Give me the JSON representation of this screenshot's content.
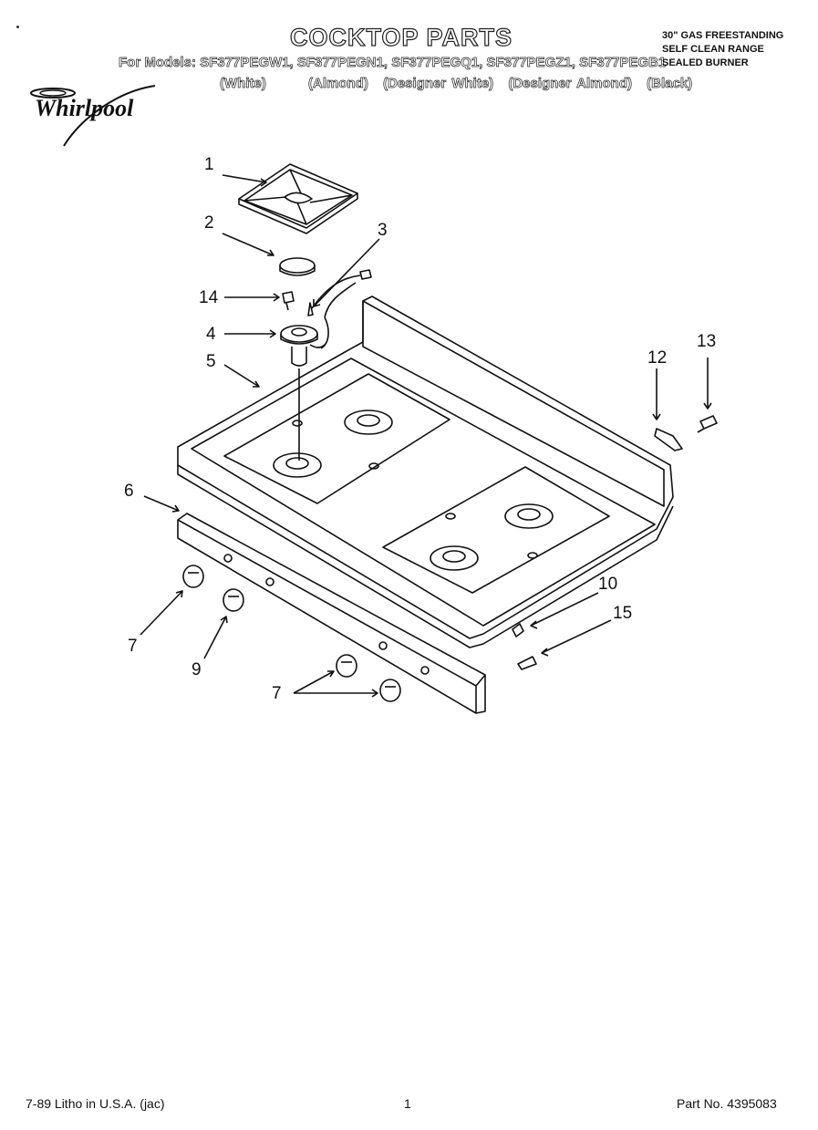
{
  "header": {
    "title": "COCKTOP PARTS",
    "models_line": "For Models: SF377PEGW1, SF377PEGN1, SF377PEGQ1, SF377PEGZ1, SF377PEGB1",
    "variants": [
      "(White)",
      "(Almond)",
      "(Designer White)",
      "(Designer Almond)",
      "(Black)"
    ],
    "description": [
      "30\" GAS FREESTANDING",
      "SELF CLEAN RANGE",
      "SEALED BURNER"
    ]
  },
  "brand": {
    "logo_text": "Whirlpool"
  },
  "callouts": [
    "1",
    "2",
    "3",
    "14",
    "4",
    "5",
    "12",
    "13",
    "6",
    "7",
    "9",
    "10",
    "15",
    "7"
  ],
  "footer": {
    "print_info": "7-89 Litho in U.S.A. (jac)",
    "page_number": "1",
    "part_number": "Part No. 4395083"
  }
}
